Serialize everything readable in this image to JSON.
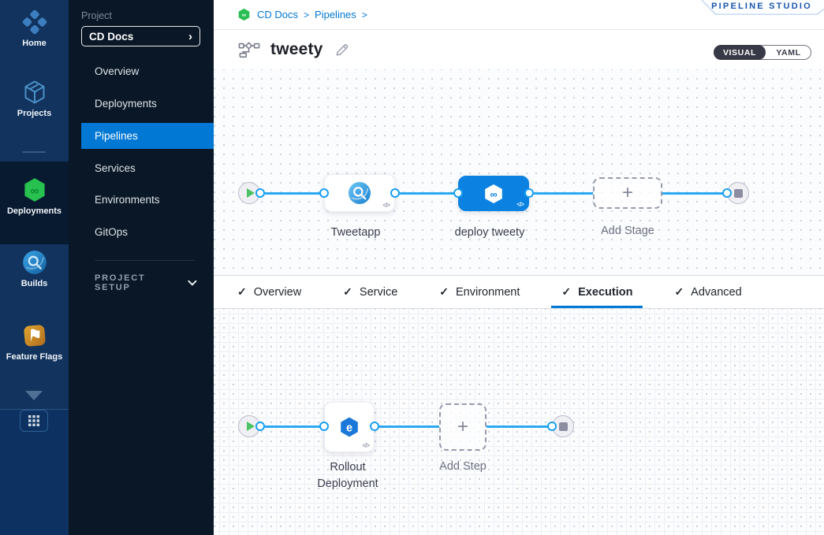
{
  "colors": {
    "accent": "#0278d5",
    "selected_stage": "#0b82e2",
    "link_line": "#2aa8f2",
    "rail_bg": "#11335d",
    "sidebar_bg": "#0a1726",
    "active_module_bg": "#081a30",
    "play_green": "#4dc263"
  },
  "icons": {
    "check": "✓",
    "plus": "+",
    "chevron_right": "›",
    "breadcrumb_sep": ">",
    "code": "</>"
  },
  "rail": {
    "items": {
      "home": {
        "label": "Home"
      },
      "projects": {
        "label": "Projects"
      },
      "deployments": {
        "label": "Deployments",
        "active": true
      },
      "builds": {
        "label": "Builds"
      },
      "feature_flags": {
        "label": "Feature Flags"
      }
    }
  },
  "sidebar": {
    "project_label": "Project",
    "project_name": "CD Docs",
    "items": [
      {
        "label": "Overview"
      },
      {
        "label": "Deployments"
      },
      {
        "label": "Pipelines",
        "active": true
      },
      {
        "label": "Services"
      },
      {
        "label": "Environments"
      },
      {
        "label": "GitOps"
      }
    ],
    "setup_label": "PROJECT SETUP"
  },
  "header": {
    "breadcrumb": {
      "project": "CD Docs",
      "section": "Pipelines"
    },
    "studio_badge": "PIPELINE STUDIO",
    "title": "tweety",
    "toggle": {
      "visual": "VISUAL",
      "yaml": "YAML"
    }
  },
  "stage_pipeline": {
    "stages": [
      {
        "name": "Tweetapp",
        "type": "build"
      },
      {
        "name": "deploy tweety",
        "type": "deploy",
        "selected": true
      }
    ],
    "add_stage_label": "Add Stage"
  },
  "tabs": [
    {
      "label": "Overview",
      "checked": true
    },
    {
      "label": "Service",
      "checked": true
    },
    {
      "label": "Environment",
      "checked": true
    },
    {
      "label": "Execution",
      "checked": true,
      "active": true
    },
    {
      "label": "Advanced",
      "checked": true
    }
  ],
  "execution_pipeline": {
    "steps": [
      {
        "name_line1": "Rollout",
        "name_line2": "Deployment"
      }
    ],
    "add_step_label": "Add Step"
  }
}
